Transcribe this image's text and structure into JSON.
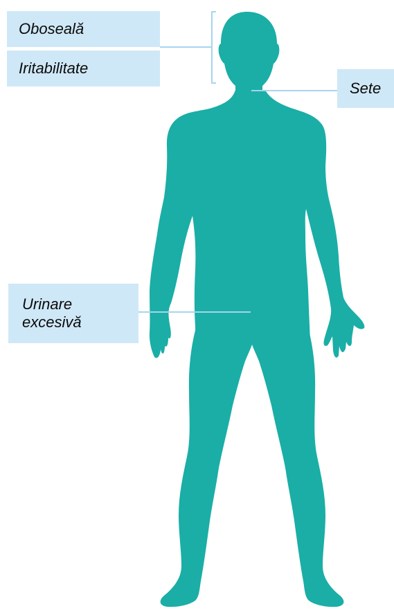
{
  "labels": {
    "fatigue": "Oboseală",
    "irritability": "Iritabilitate",
    "thirst": "Sete",
    "urination_line1": "Urinare",
    "urination_line2": "excesivă"
  },
  "colors": {
    "body": "#1aaea6",
    "label_background": "#cfe8f7",
    "connector": "#a8d4ec"
  }
}
